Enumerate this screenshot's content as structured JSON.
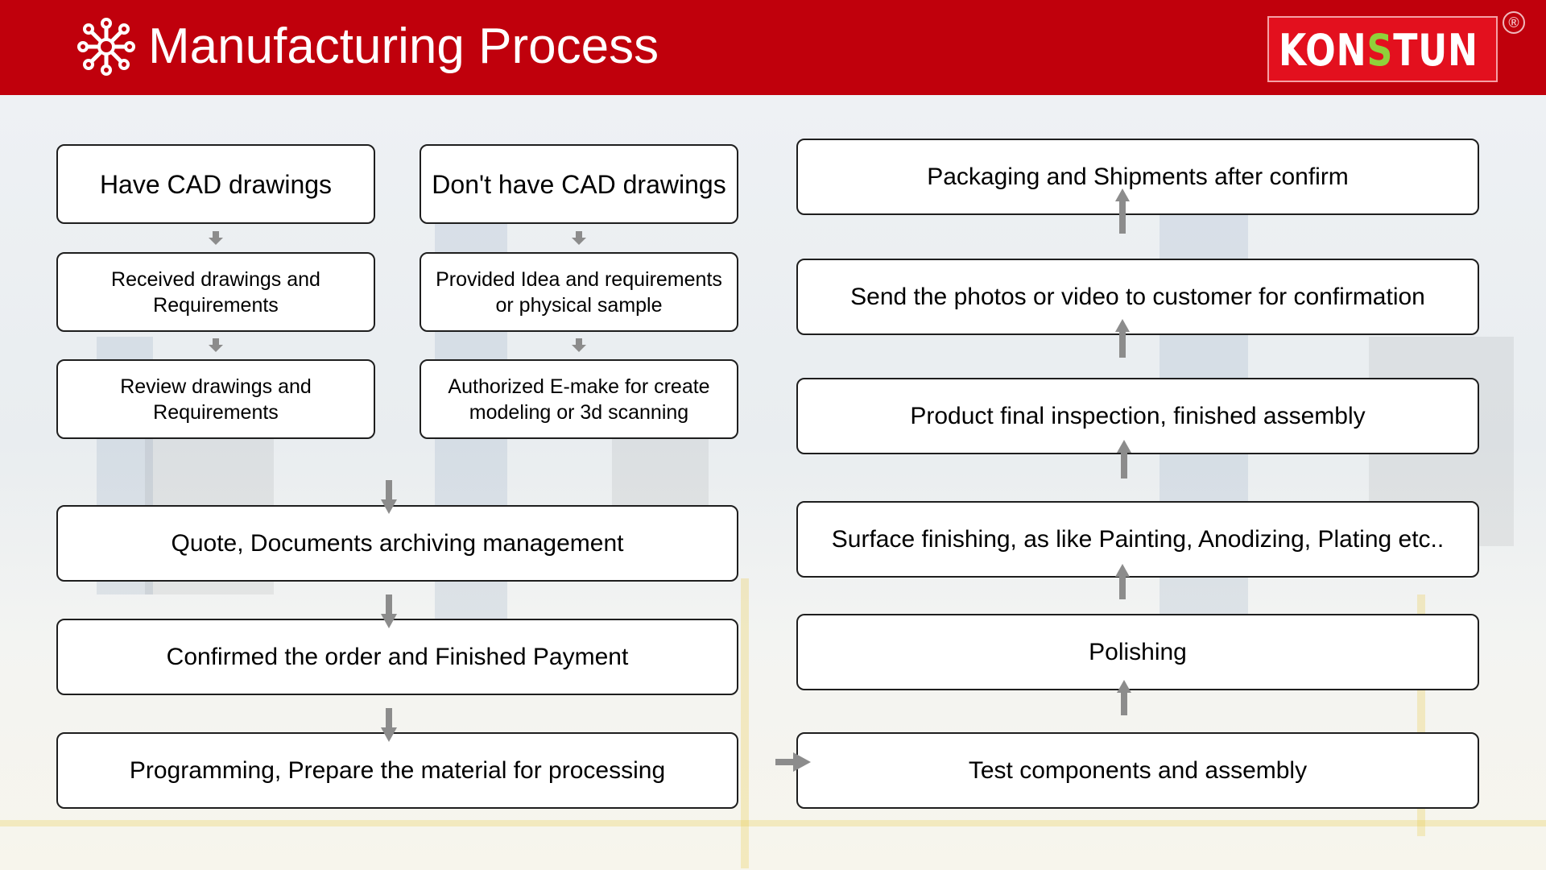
{
  "header": {
    "title": "Manufacturing Process",
    "title_icon": "network-nodes-icon",
    "logo_left": "KON",
    "logo_accent": "S",
    "logo_right": "TUN",
    "registered_mark": "®",
    "background_color": "#c0000c",
    "logo_accent_color": "#8fd13a"
  },
  "left_column": {
    "cad_yes": {
      "heading": "Have CAD drawings",
      "step_1": "Received drawings and Requirements",
      "step_2": "Review drawings and Requirements"
    },
    "cad_no": {
      "heading": "Don't have CAD drawings",
      "step_1": "Provided Idea and requirements or physical sample",
      "step_2": "Authorized E-make for create modeling or 3d scanning"
    },
    "quote": "Quote, Documents archiving management",
    "confirm": "Confirmed the order and Finished Payment",
    "programming": "Programming, Prepare the material for processing"
  },
  "right_column": {
    "test": "Test components and assembly",
    "polishing": "Polishing",
    "surface": "Surface finishing, as like Painting, Anodizing, Plating etc..",
    "inspection": "Product final inspection, finished assembly",
    "photos": "Send the photos or video to customer for confirmation",
    "packaging": "Packaging and Shipments after confirm"
  }
}
